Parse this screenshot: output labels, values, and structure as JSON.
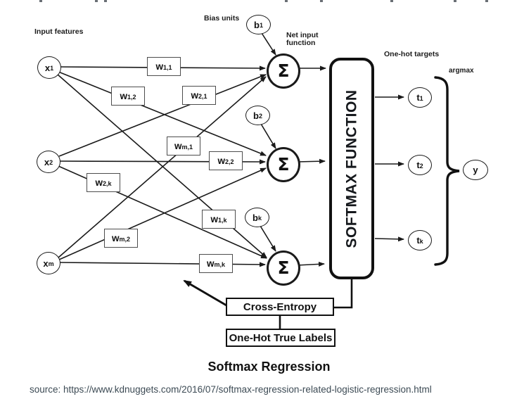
{
  "page": {
    "title": "Softmax Regression",
    "source_line": "source: https://www.kdnuggets.com/2016/07/softmax-regression-related-logistic-regression.html"
  },
  "annotations": {
    "input_features": "Input features",
    "bias_units": "Bias units",
    "net_input_line1": "Net input",
    "net_input_line2": "function",
    "one_hot_targets": "One-hot targets",
    "argmax": "argmax"
  },
  "nodes": {
    "inputs": [
      {
        "base": "x",
        "sub": "1"
      },
      {
        "base": "x",
        "sub": "2"
      },
      {
        "base": "x",
        "sub": "m"
      }
    ],
    "biases": [
      {
        "base": "b",
        "sub": "1"
      },
      {
        "base": "b",
        "sub": "2"
      },
      {
        "base": "b",
        "sub": "k"
      }
    ],
    "sums": [
      {
        "label": "Σ"
      },
      {
        "label": "Σ"
      },
      {
        "label": "Σ"
      }
    ],
    "targets": [
      {
        "base": "t",
        "sub": "1"
      },
      {
        "base": "t",
        "sub": "2"
      },
      {
        "base": "t",
        "sub": "k"
      }
    ],
    "output": {
      "base": "y"
    }
  },
  "weights": [
    {
      "base": "w",
      "sub": "1,1"
    },
    {
      "base": "w",
      "sub": "1,2"
    },
    {
      "base": "w",
      "sub": "2,1"
    },
    {
      "base": "w",
      "sub": "m,1"
    },
    {
      "base": "w",
      "sub": "2,2"
    },
    {
      "base": "w",
      "sub": "2,k"
    },
    {
      "base": "w",
      "sub": "1,k"
    },
    {
      "base": "w",
      "sub": "m,2"
    },
    {
      "base": "w",
      "sub": "m,k"
    }
  ],
  "softmax_box": {
    "label": "SOFTMAX FUNCTION"
  },
  "loss_boxes": {
    "cross_entropy": "Cross-Entropy",
    "one_hot_true_labels": "One-Hot True Labels"
  },
  "colors": {
    "line": "#1a1a1a",
    "weight_box_border": "#4d4d4d",
    "text": "#111111",
    "source_text": "#3d4b55"
  }
}
